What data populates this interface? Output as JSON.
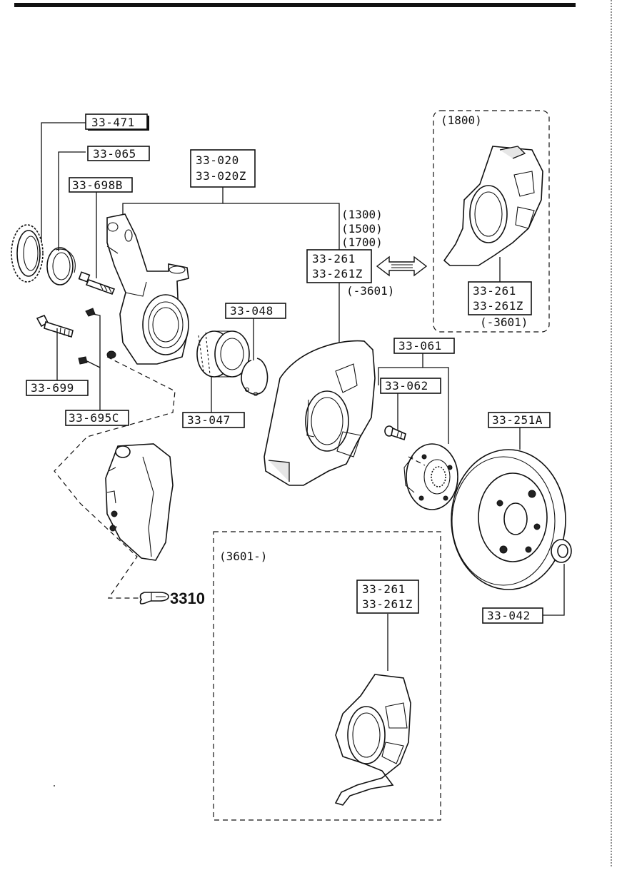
{
  "labels": {
    "p33_471": "33-471",
    "p33_065": "33-065",
    "p33_698b": "33-698B",
    "p33_020": "33-020",
    "p33_020z": "33-020Z",
    "p33_048": "33-048",
    "p33_047": "33-047",
    "p33_699": "33-699",
    "p33_695c": "33-695C",
    "p33_261_a": "33-261",
    "p33_261z_a": "33-261Z",
    "p33_261_b": "33-261",
    "p33_261z_b": "33-261Z",
    "p33_261_c": "33-261",
    "p33_261z_c": "33-261Z",
    "p33_061": "33-061",
    "p33_062": "33-062",
    "p33_251a": "33-251A",
    "p33_042": "33-042"
  },
  "notes": {
    "engine_1300": "(1300)",
    "engine_1500": "(1500)",
    "engine_1700": "(1700)",
    "until_3601": "(-3601)",
    "inset_1800": "(1800)",
    "inset_until_3601": "(-3601)",
    "inset_from_3601": "(3601-)"
  },
  "reference": {
    "caliper_ref": "3310",
    "pointer_icon": "pointing-hand-icon"
  }
}
